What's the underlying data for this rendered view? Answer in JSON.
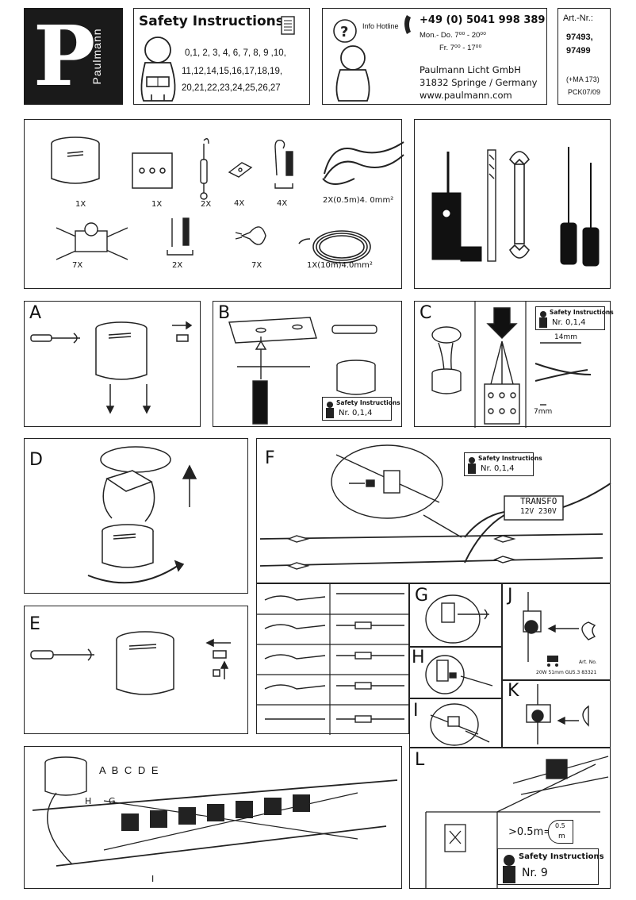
{
  "header": {
    "logo_letter": "P",
    "brand": "Paulmann",
    "safety_title": "Safety Instructions",
    "safety_numbers_line1": "0,1, 2, 3, 4, 6, 7, 8, 9 ,10,",
    "safety_numbers_line2": "11,12,14,15,16,17,18,19,",
    "safety_numbers_line3": "20,21,22,23,24,25,26,27",
    "hotline_label": "Info Hotline",
    "phone": "+49 (0) 5041 998 389",
    "hours_1": "Mon.- Do. 7⁰⁰ - 20⁰⁰",
    "hours_2": "Fr.  7⁰⁰ - 17⁰⁰",
    "company": "Paulmann Licht GmbH",
    "address": "31832 Springe / Germany",
    "website": "www.paulmann.com",
    "art_label": "Art.-Nr.:",
    "art_1": "97493,",
    "art_2": "97499",
    "ma": "(+MA 173)",
    "pck": "PCK07/09"
  },
  "parts": {
    "q1": "1X",
    "q2": "1X",
    "q3": "2X",
    "q4": "4X",
    "q5": "4X",
    "q6": "2X(0.5m)4. 0mm²",
    "q7": "7X",
    "q8": "2X",
    "q9": "7X",
    "q10": "1X(10m)4.0mm²"
  },
  "steps": {
    "A": "A",
    "B": "B",
    "C": "C",
    "D": "D",
    "E": "E",
    "F": "F",
    "G": "G",
    "H": "H",
    "I": "I",
    "J": "J",
    "K": "K",
    "L": "L"
  },
  "safety_badges": {
    "title": "Safety Instructions",
    "b_nr": "Nr. 0,1,4",
    "c_nr": "Nr. 0,1,4",
    "f_nr": "Nr. 0,1,4",
    "l_nr": "Nr. 9"
  },
  "step_c": {
    "dim_14": "14mm",
    "dim_7": "7mm"
  },
  "step_f": {
    "transfo": "TRANSFO",
    "voltage": "12V  230V"
  },
  "step_j": {
    "art_no_label": "Art. No.",
    "lamp": "20W 51mm GU5.3 83321"
  },
  "step_bottom": {
    "sequence": "A B C D E",
    "lbl_h": "H",
    "lbl_g": "G",
    "lbl_i": "I"
  },
  "step_l": {
    "distance": ">0.5m=",
    "sign_value": "0.5",
    "sign_unit": "m"
  }
}
